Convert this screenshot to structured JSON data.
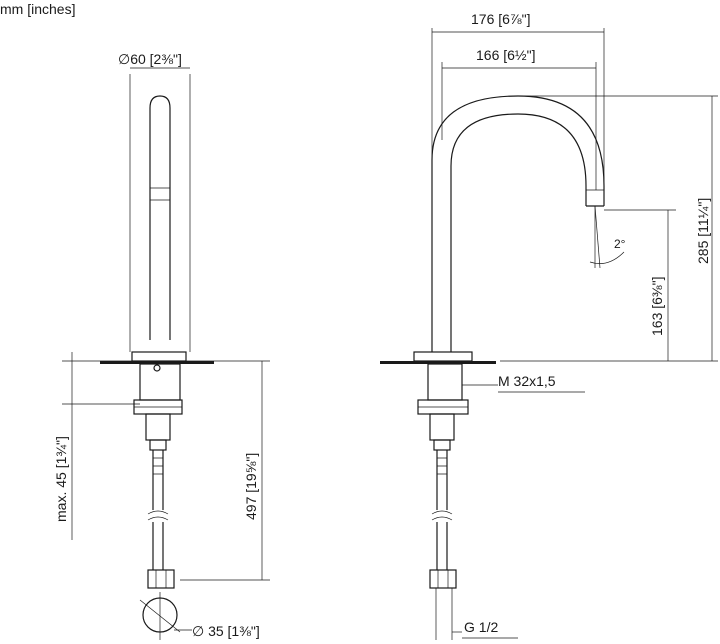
{
  "units_label": "mm [inches]",
  "dims": {
    "top_dia": "∅60 [2⅜\"]",
    "width_176": "176 [6⅞\"]",
    "width_166": "166 [6½\"]",
    "height_285": "285 [11¼\"]",
    "height_163": "163 [6⅜\"]",
    "angle": "2°",
    "thread": "M 32x1,5",
    "max_45": "max. 45 [1¾\"]",
    "len_497": "497 [19⅝\"]",
    "bottom_dia": "∅ 35 [1⅜\"]",
    "g_thread": "G 1/2"
  }
}
